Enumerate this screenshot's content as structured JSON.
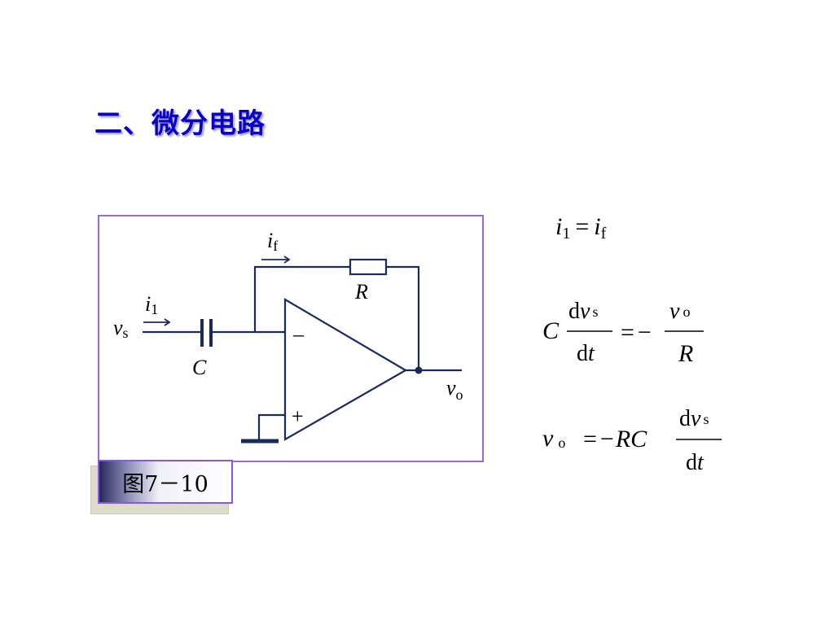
{
  "title": "二、微分电路",
  "figure_caption": "图7－10",
  "circuit": {
    "labels": {
      "i1_base": "i",
      "i1_sub": "1",
      "if_base": "i",
      "if_sub": "f",
      "vs_base": "v",
      "vs_sub": "s",
      "vo_base": "v",
      "vo_sub": "o",
      "capacitor": "C",
      "resistor": "R",
      "minus": "–",
      "plus": "+"
    }
  },
  "equations": {
    "eq1": {
      "lhs_base": "i",
      "lhs_sub": "1",
      "eq": "=",
      "rhs_base": "i",
      "rhs_sub": "f"
    },
    "eq2": {
      "coef": "C",
      "num_d": "d",
      "num_base": "v",
      "num_sub": "s",
      "den_d": "d",
      "den_var": "t",
      "eq": "=",
      "sign": "−",
      "rnum_base": "v",
      "rnum_sub": "o",
      "rden": "R"
    },
    "eq3": {
      "lhs_base": "v",
      "lhs_sub": "o",
      "eq": "=",
      "sign": "−",
      "coef": "RC",
      "num_d": "d",
      "num_base": "v",
      "num_sub": "s",
      "den_d": "d",
      "den_var": "t"
    }
  },
  "colors": {
    "title": "#0a00c8",
    "wire": "#1a2a5a",
    "frame_border": "#9966ee",
    "caption_border": "#8855ee"
  }
}
